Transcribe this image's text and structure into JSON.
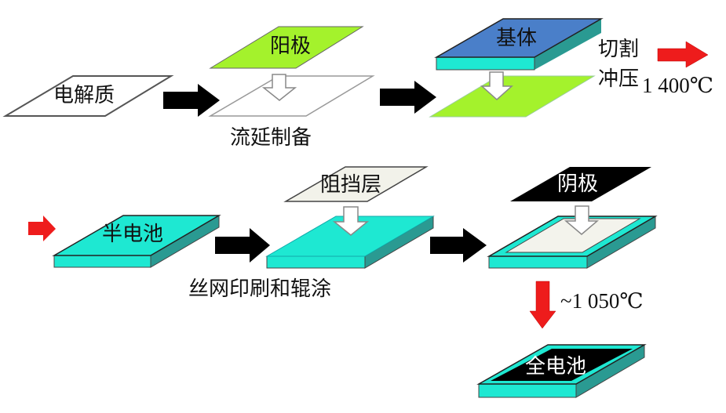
{
  "diagram": {
    "type": "process-flow",
    "colors": {
      "anode_green": "#a4f22c",
      "substrate_blue": "#4a7fc9",
      "slab_cyan": "#1ee8d2",
      "slab_side_dark": "#2a9a92",
      "cathode_black": "#000000",
      "barrier_gray": "#f2f2ea",
      "flow_arrow_black": "#000000",
      "heat_arrow_red": "#ee1c1c"
    },
    "row1": {
      "electrolyte_label": "电解质",
      "anode_label": "阳极",
      "tape_casting_label": "流延制备",
      "substrate_label": "基体",
      "cut_label": "切割",
      "press_label": "冲压",
      "sinter1_temp": "1 400℃"
    },
    "row2": {
      "half_cell_label": "半电池",
      "barrier_label": "阻挡层",
      "screen_print_label": "丝网印刷和辊涂",
      "cathode_label": "阴极",
      "sinter2_temp": "~1 050℃",
      "full_cell_label": "全电池"
    }
  }
}
